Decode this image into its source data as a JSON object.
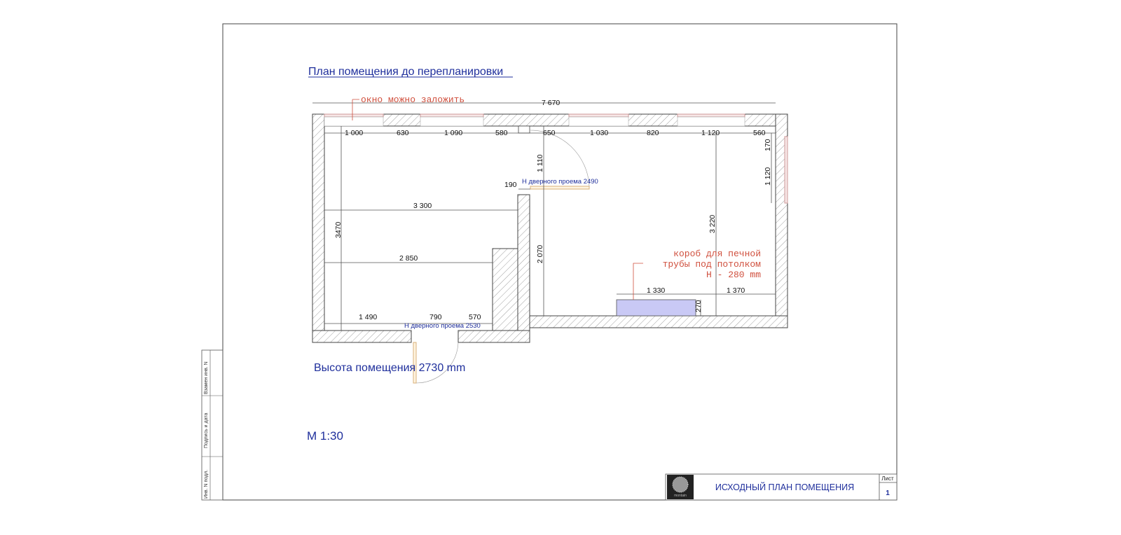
{
  "title": "План помещения до перепланировки",
  "notes": {
    "window": "окно можно заложить",
    "box_line1": "короб для печной",
    "box_line2": "трубы под потолком",
    "box_line3": "Н - 280 mm",
    "door1": "Н  дверного проема 2490",
    "door2": "Н  дверного проема 2530",
    "height": "Высота помещения 2730 mm",
    "scale": "М 1:30"
  },
  "dims": {
    "total": "7 670",
    "top": [
      "1 000",
      "630",
      "1 090",
      "580",
      "650",
      "1 030",
      "820",
      "1 120",
      "560"
    ],
    "d1110": "1 110",
    "d190": "190",
    "d3300": "3 300",
    "d3470": "3470",
    "d2850": "2 850",
    "d2070": "2 070",
    "d3220": "3 220",
    "d170": "170",
    "d1120v": "1 120",
    "d1330": "1 330",
    "d1370": "1 370",
    "d270": "270",
    "bottom": [
      "1 490",
      "790",
      "570"
    ]
  },
  "stamp": {
    "s1": "Взамен инв. N",
    "s2": "Подпись и дата",
    "s3": "Инв. N подл."
  },
  "title_block": {
    "logo_text": "montain",
    "sheet_title": "ИСХОДНЫЙ ПЛАН ПОМЕЩЕНИЯ",
    "sheet_label": "Лист",
    "sheet_number": "1"
  },
  "colors": {
    "red_note": "#d0503e",
    "blue_text": "#1f2f9c",
    "box_fill": "#c9c9f5"
  }
}
